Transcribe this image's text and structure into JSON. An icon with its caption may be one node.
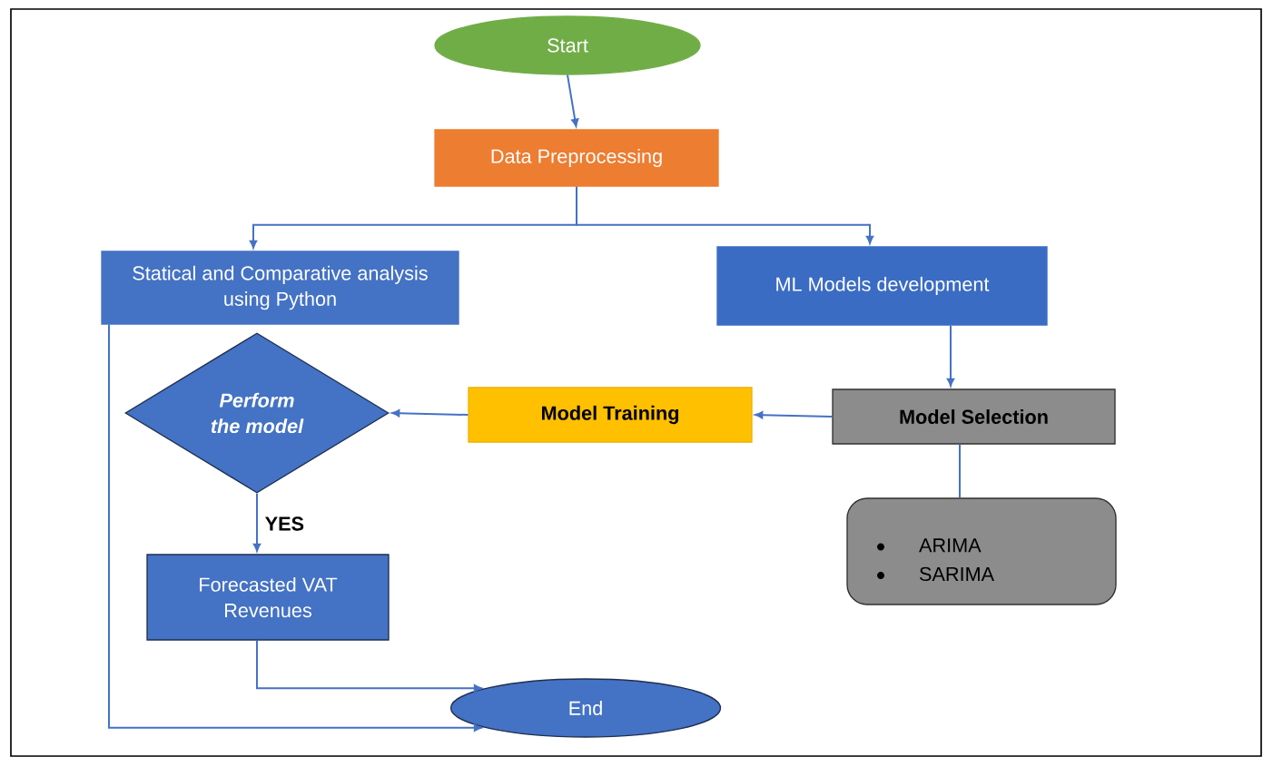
{
  "diagram": {
    "nodes": [
      {
        "text": [
          "Start"
        ]
      },
      {
        "text": [
          "Data Preprocessing"
        ]
      },
      {
        "text": [
          "Statical and Comparative analysis using Python"
        ]
      },
      {
        "text": [
          "ML Models development"
        ]
      },
      {
        "text": [
          "Perform the model"
        ]
      },
      {
        "text": [
          "Model Training"
        ]
      },
      {
        "text": [
          "Model Selection"
        ]
      },
      {
        "text": [
          "ARIMA",
          "SARIMA"
        ]
      },
      {
        "text": [
          "Forecasted VAT Revenues"
        ]
      },
      {
        "text": [
          "End"
        ]
      }
    ],
    "edges": [
      {
        "from": 0,
        "to": 1,
        "arrow": "to"
      },
      {
        "from": 1,
        "to": 2,
        "arrow": "to"
      },
      {
        "from": 1,
        "to": 3,
        "arrow": "to"
      },
      {
        "from": 3,
        "to": 6,
        "arrow": "to"
      },
      {
        "from": 6,
        "to": 5,
        "arrow": "to"
      },
      {
        "from": 5,
        "to": 4,
        "arrow": "to"
      },
      {
        "from": 4,
        "to": 8,
        "arrow": "to",
        "label": "YES"
      },
      {
        "from": 6,
        "to": 7,
        "arrow": "none"
      },
      {
        "from": 8,
        "to": 9,
        "arrow": "to"
      },
      {
        "from": 2,
        "to": 9,
        "arrow": "to"
      }
    ]
  }
}
